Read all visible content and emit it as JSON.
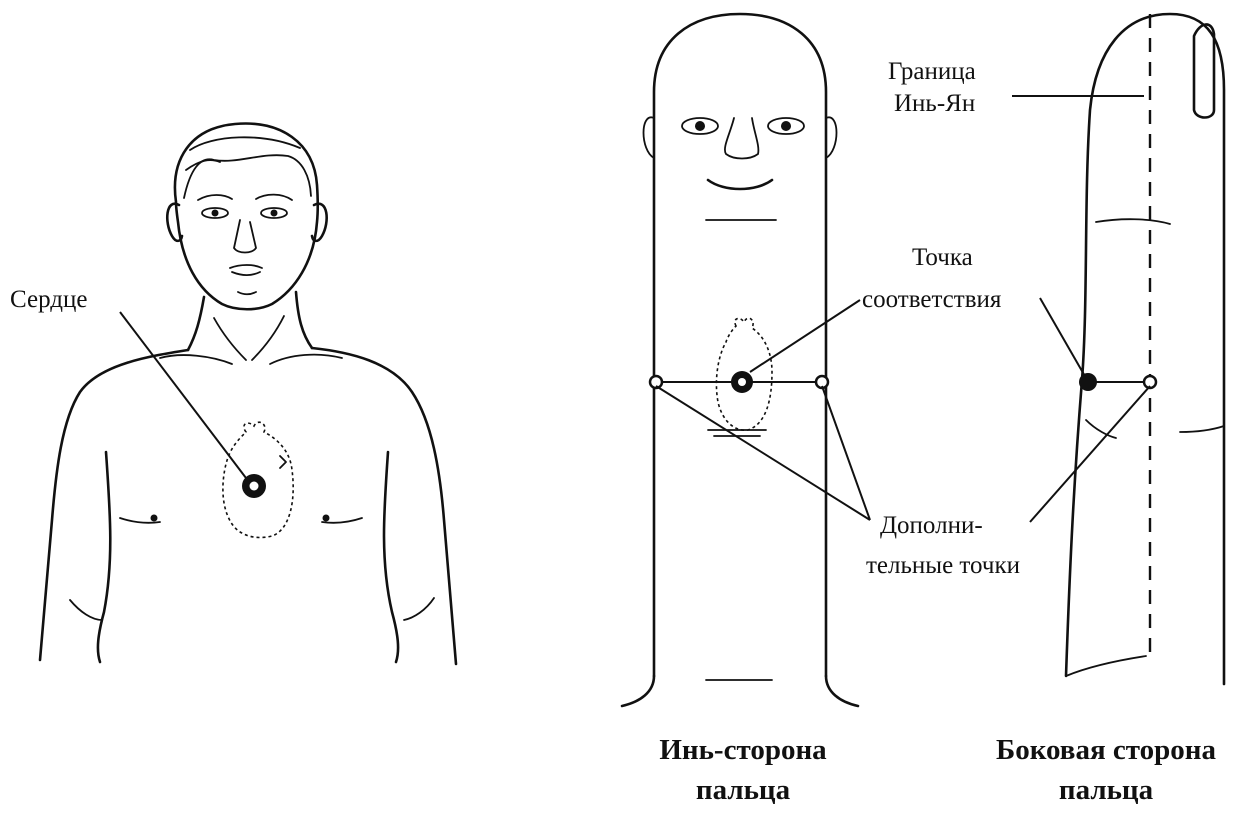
{
  "labels": {
    "heart": "Сердце",
    "boundary_line1": "Граница",
    "boundary_line2": "Инь-Ян",
    "point_line1": "Точка",
    "point_line2": "соответствия",
    "extra_line1": "Дополни-",
    "extra_line2": "тельные точки"
  },
  "captions": {
    "yin_line1": "Инь-сторона",
    "yin_line2": "пальца",
    "side_line1": "Боковая сторона",
    "side_line2": "пальца"
  }
}
